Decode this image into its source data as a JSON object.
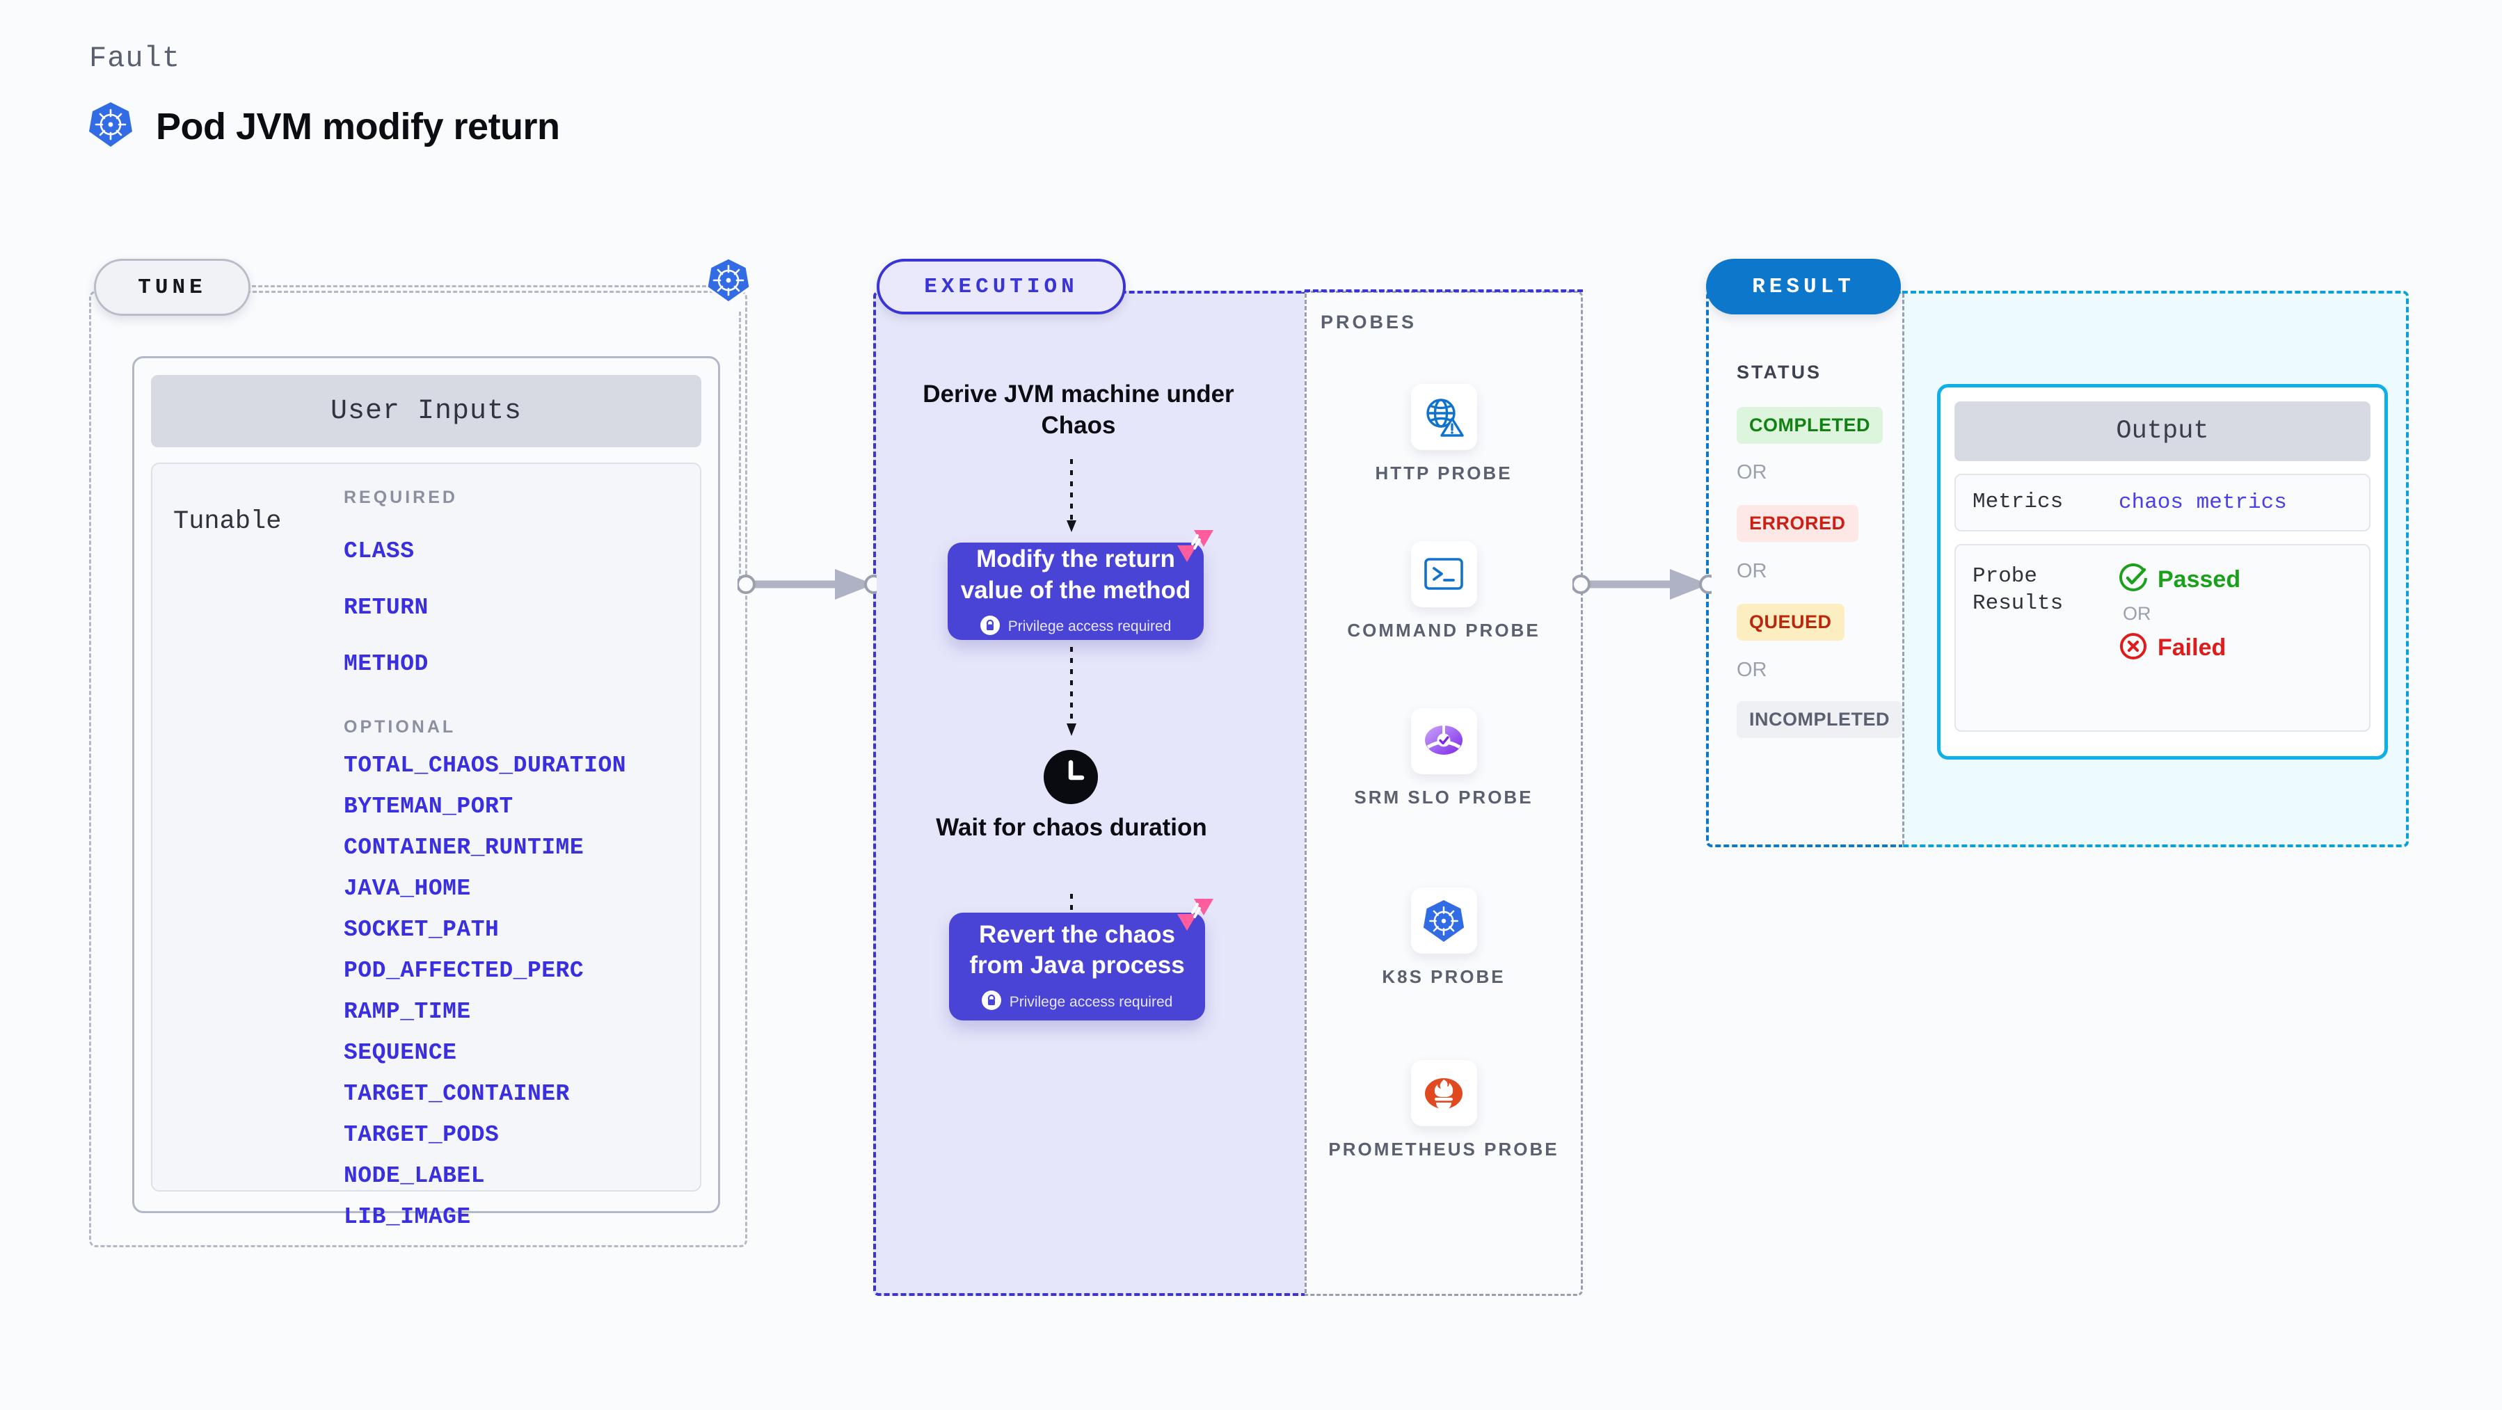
{
  "header": {
    "eyebrow": "Fault",
    "title": "Pod JVM modify return",
    "icon": "kubernetes-icon"
  },
  "tune": {
    "pill_label": "TUNE",
    "kube_icon": "kubernetes-icon",
    "user_inputs_title": "User Inputs",
    "tunable_label": "Tunable",
    "required_caption": "REQUIRED",
    "required": [
      "CLASS",
      "RETURN",
      "METHOD"
    ],
    "optional_caption": "OPTIONAL",
    "optional": [
      "TOTAL_CHAOS_DURATION",
      "BYTEMAN_PORT",
      "CONTAINER_RUNTIME",
      "JAVA_HOME",
      "SOCKET_PATH",
      "POD_AFFECTED_PERC",
      "RAMP_TIME",
      "SEQUENCE",
      "TARGET_CONTAINER",
      "TARGET_PODS",
      "NODE_LABEL",
      "LIB_IMAGE"
    ]
  },
  "execution": {
    "pill_label": "EXECUTION",
    "steps": [
      {
        "type": "text",
        "label": "Derive JVM machine under Chaos"
      },
      {
        "type": "box",
        "label": "Modify the return value of the method",
        "privilege": "Privilege access required",
        "badge": "litmus-badge-icon"
      },
      {
        "type": "clock",
        "label": "Wait for chaos duration",
        "icon": "clock-icon"
      },
      {
        "type": "box",
        "label": "Revert the chaos from Java process",
        "privilege": "Privilege access required",
        "badge": "litmus-badge-icon"
      }
    ]
  },
  "probes": {
    "caption": "PROBES",
    "items": [
      {
        "label": "HTTP PROBE",
        "icon": "globe-warning-icon"
      },
      {
        "label": "COMMAND PROBE",
        "icon": "terminal-icon"
      },
      {
        "label": "SRM SLO PROBE",
        "icon": "slo-gauge-icon"
      },
      {
        "label": "K8S PROBE",
        "icon": "kubernetes-icon"
      },
      {
        "label": "PROMETHEUS PROBE",
        "icon": "prometheus-icon"
      }
    ]
  },
  "result": {
    "pill_label": "RESULT",
    "status_caption": "STATUS",
    "or_label": "OR",
    "statuses": [
      {
        "label": "COMPLETED",
        "bg": "#dcf5dc",
        "fg": "#128012"
      },
      {
        "label": "ERRORED",
        "bg": "#fde8e6",
        "fg": "#cc2015"
      },
      {
        "label": "QUEUED",
        "bg": "#fdeec2",
        "fg": "#b9270d"
      },
      {
        "label": "INCOMPLETED",
        "bg": "#eff0f4",
        "fg": "#5b6070"
      }
    ],
    "output": {
      "title": "Output",
      "metrics_label": "Metrics",
      "metrics_value": "chaos metrics",
      "probe_results_label": "Probe Results",
      "passed_label": "Passed",
      "failed_label": "Failed",
      "or_label": "OR",
      "passed_icon": "check-circle-icon",
      "failed_icon": "x-circle-icon"
    }
  },
  "colors": {
    "accent_purple": "#4a44d6",
    "accent_blue": "#0d77cc",
    "accent_cyan": "#0fb0e8",
    "kube_blue": "#326ce5",
    "tunable_link": "#3a2fe0",
    "pink_badge": "#ff5c9d",
    "success_green": "#1aa01a",
    "error_red": "#e01b1b"
  }
}
